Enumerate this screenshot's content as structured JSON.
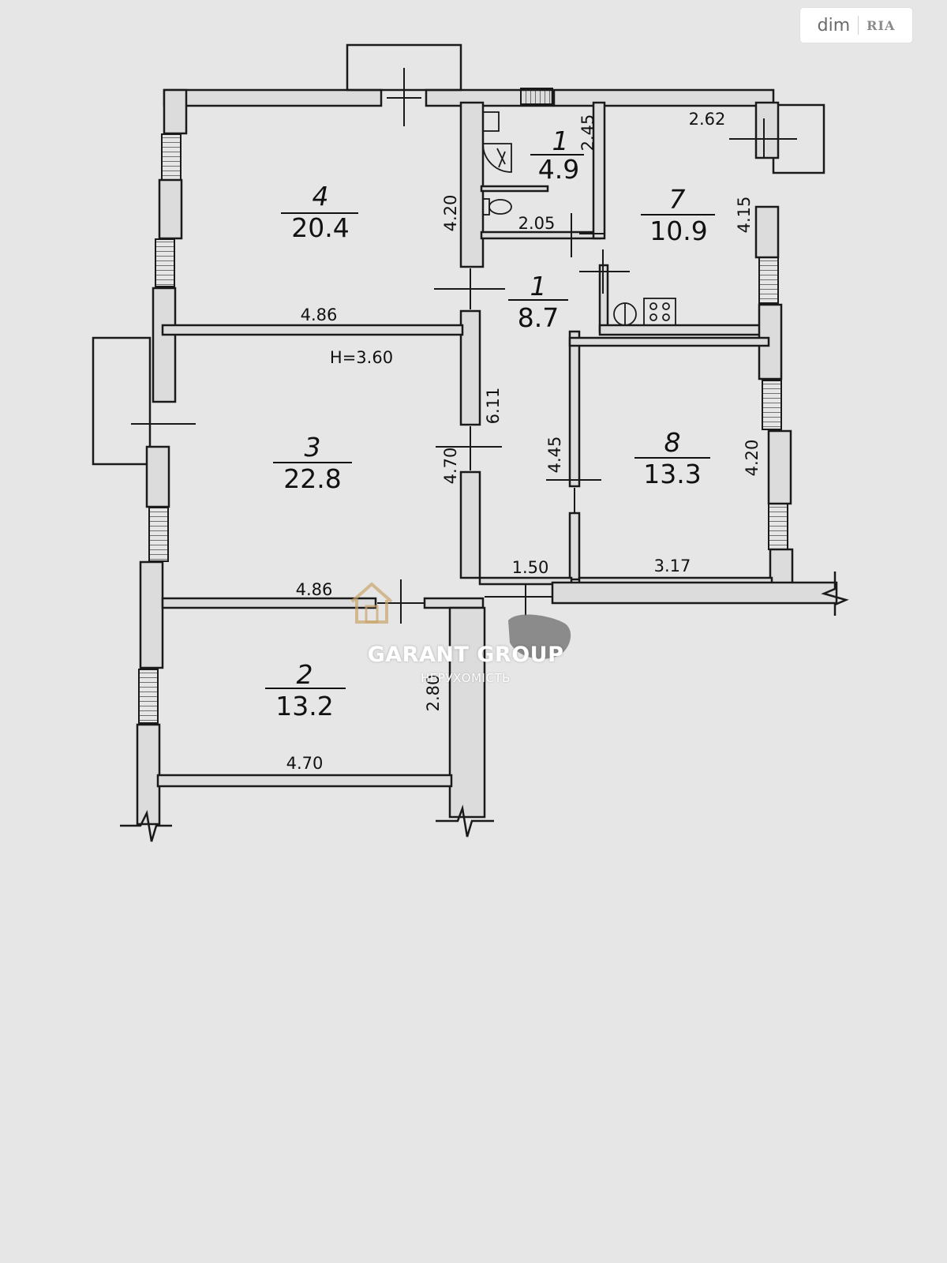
{
  "badge": {
    "site": "dim",
    "brand": "RIA"
  },
  "watermark": {
    "name": "GARANT GROUP",
    "subtitle": "НЕРУХОМІСТЬ"
  },
  "ceiling_height": "H=3.60",
  "rooms": [
    {
      "number": "4",
      "area": "20.4"
    },
    {
      "number": "3",
      "area": "22.8"
    },
    {
      "number": "2",
      "area": "13.2"
    },
    {
      "number": "1",
      "area": "4.9"
    },
    {
      "number": "1",
      "area": "8.7"
    },
    {
      "number": "7",
      "area": "10.9"
    },
    {
      "number": "8",
      "area": "13.3"
    }
  ],
  "dimensions": {
    "room4_width": "4.86",
    "room4_depth": "4.20",
    "room3_width": "4.86",
    "room3_depth": "4.70",
    "room2_width": "4.70",
    "room2_depth": "2.80",
    "bath_depth": "2.45",
    "bath_width": "2.05",
    "hall_length": "6.11",
    "hall_width": "1.50",
    "room7_width": "2.62",
    "room7_depth": "4.15",
    "room8_width": "3.17",
    "room8_depth": "4.20",
    "hall_side": "4.45"
  },
  "colors": {
    "paper": "#e6e6e7",
    "wall": "#1a1a1a",
    "wall_fill": "#dcdcdc"
  },
  "icons": [
    "house-icon",
    "toilet-icon",
    "shower-icon",
    "stove-icon",
    "boiler-icon"
  ]
}
